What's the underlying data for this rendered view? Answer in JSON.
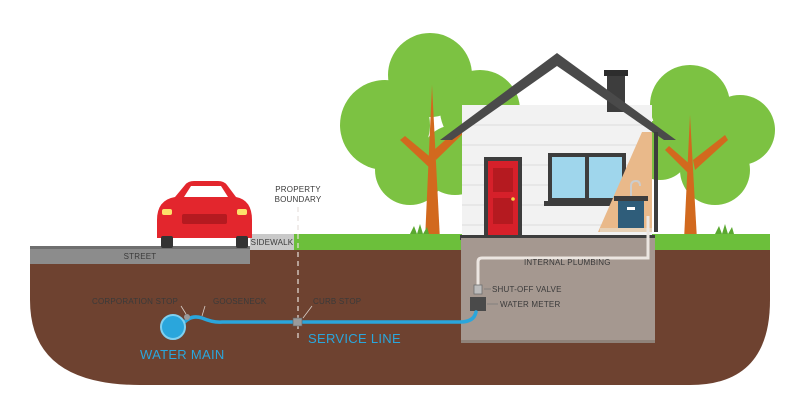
{
  "labels": {
    "street": "STREET",
    "sidewalk": "SIDEWALK",
    "property_boundary_line1": "PROPERTY",
    "property_boundary_line2": "BOUNDARY",
    "internal_plumbing": "INTERNAL PLUMBING",
    "corporation_stop": "CORPORATION STOP",
    "gooseneck": "GOOSENECK",
    "curb_stop": "CURB STOP",
    "shut_off_valve": "SHUT-OFF VALVE",
    "water_meter": "WATER METER",
    "water_main": "WATER MAIN",
    "service_line": "SERVICE LINE"
  },
  "colors": {
    "soil": "#6e4230",
    "grass": "#6cbf3b",
    "street": "#8c8c8c",
    "sidewalk": "#c9c9c9",
    "water_pipe": "#2aa6dc",
    "basement": "#a59890",
    "tree_foliage": "#7cc242",
    "tree_trunk": "#d2691e",
    "house_wall": "#f2f2f2",
    "roof": "#4a4a4a",
    "door": "#d6202a",
    "car": "#e3262d"
  }
}
